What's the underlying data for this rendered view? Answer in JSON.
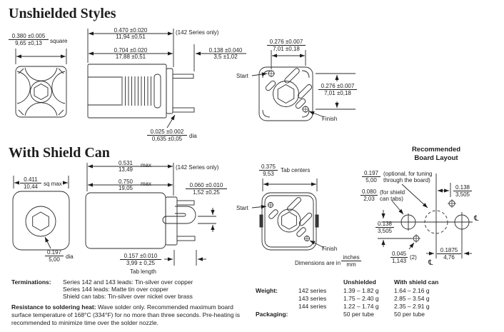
{
  "headings": {
    "unshielded": "Unshielded Styles",
    "shield_can": "With Shield Can",
    "board_line1": "Recommended",
    "board_line2": "Board Layout"
  },
  "labels": {
    "series_note": "(142 Series only)",
    "start": "Start",
    "finish": "Finish",
    "dimensions_are_in": "Dimensions are in",
    "units_in": "inches",
    "units_mm": "mm",
    "centerline": "℄"
  },
  "dims": {
    "square_380": {
      "in": "0.380 ±0.005",
      "mm": "9,65 ±0,13",
      "suffix": "square"
    },
    "len_470": {
      "in": "0.470 ±0.020",
      "mm": "11,94 ±0,51"
    },
    "len_704": {
      "in": "0.704 ±0.020",
      "mm": "17,88 ±0,51"
    },
    "lead_138": {
      "in": "0.138 ±0.040",
      "mm": "3,5 ±1,02"
    },
    "pitch_276_h": {
      "in": "0.276 ±0.007",
      "mm": "7,01 ±0,18"
    },
    "pitch_276_v": {
      "in": "0.276 ±0.007",
      "mm": "7,01 ±0,18"
    },
    "lead_dia_025": {
      "in": "0.025 ±0.002",
      "mm": "0,635 ±0,05",
      "suffix": "dia"
    },
    "can_531": {
      "in": "0.531",
      "mm": "13,49",
      "suffix": "max"
    },
    "can_750": {
      "in": "0.750",
      "mm": "19,05",
      "suffix": "max"
    },
    "can_sq_411": {
      "in": "0.411",
      "mm": "10,44",
      "suffix": "sq max"
    },
    "tab_060": {
      "in": "0.060 ±0.010",
      "mm": "1,52 ±0,25"
    },
    "tab_centers_375": {
      "in": "0.375",
      "mm": "9,53",
      "suffix": "Tab centers"
    },
    "hole_197": {
      "in": "0.197",
      "mm": "5,00",
      "suffix": "dia"
    },
    "tab_len_157": {
      "in": "0.157 ±0.010",
      "mm": "3,99 ± 0,25",
      "suffix": "Tab length"
    },
    "board_197": {
      "in": "0.197",
      "mm": "5,00",
      "note1": "(optional, for tuning",
      "note2": "through the board)"
    },
    "board_080": {
      "in": "0.080",
      "mm": "2,03",
      "note1": "(for shield",
      "note2": "can tabs)"
    },
    "board_138_h": {
      "in": "0.138",
      "mm": "3,505"
    },
    "board_138_v": {
      "in": "0.138",
      "mm": "3,505"
    },
    "board_045": {
      "in": "0.045",
      "mm": "1,143",
      "suffix": "(2)"
    },
    "board_1875": {
      "in": "0.1875",
      "mm": "4,76"
    }
  },
  "notes": {
    "terminations_label": "Terminations:",
    "terminations": [
      "Series 142 and 143 leads: Tin-silver over copper",
      "Series 144 leads: Matte tin over copper",
      "Shield can tabs: Tin-silver over nickel over brass"
    ],
    "soldering_label": "Resistance to soldering heat:",
    "soldering_text": "Wave solder only. Recommended maximum board surface temperature of 168°C (334°F) for no more than three seconds. Pre-heating is recommended to minimize time over the solder nozzle."
  },
  "spec_table": {
    "weight_label": "Weight:",
    "packaging_label": "Packaging:",
    "col_unshielded": "Unshielded",
    "col_shield": "With shield can",
    "rows": [
      {
        "series": "142 series",
        "unshielded": "1.39 – 1.82 g",
        "shield": "1.64 – 2.16 g"
      },
      {
        "series": "143 series",
        "unshielded": "1.75 – 2.40 g",
        "shield": "2.85 – 3.54 g"
      },
      {
        "series": "144 series",
        "unshielded": "1.22 – 1.74 g",
        "shield": "2.35 – 2.91 g"
      }
    ],
    "packaging_unshielded": "50 per tube",
    "packaging_shield": "50 per tube"
  },
  "colors": {
    "ink": "#1d1d1d"
  }
}
